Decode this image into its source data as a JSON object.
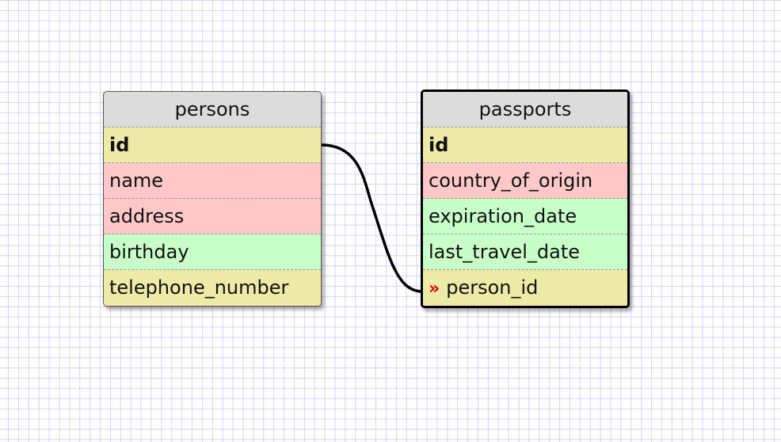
{
  "tables": {
    "persons": {
      "title": "persons",
      "columns": [
        {
          "name": "id",
          "kind": "primary-key"
        },
        {
          "name": "name",
          "kind": "red"
        },
        {
          "name": "address",
          "kind": "red"
        },
        {
          "name": "birthday",
          "kind": "green"
        },
        {
          "name": "telephone_number",
          "kind": "yellow"
        }
      ]
    },
    "passports": {
      "title": "passports",
      "selected": true,
      "columns": [
        {
          "name": "id",
          "kind": "primary-key"
        },
        {
          "name": "country_of_origin",
          "kind": "red"
        },
        {
          "name": "expiration_date",
          "kind": "green"
        },
        {
          "name": "last_travel_date",
          "kind": "green"
        },
        {
          "name": "person_id",
          "kind": "foreign-key",
          "icon": "»"
        }
      ]
    }
  },
  "relationships": [
    {
      "from": "persons.id",
      "to": "passports.person_id"
    }
  ],
  "colors": {
    "grid": "#d4d4ee",
    "header": "#dcdcdc",
    "key": "#eeeaa8",
    "red": "#ffc8c8",
    "green": "#c8ffc8",
    "fk_icon": "#e00000"
  }
}
